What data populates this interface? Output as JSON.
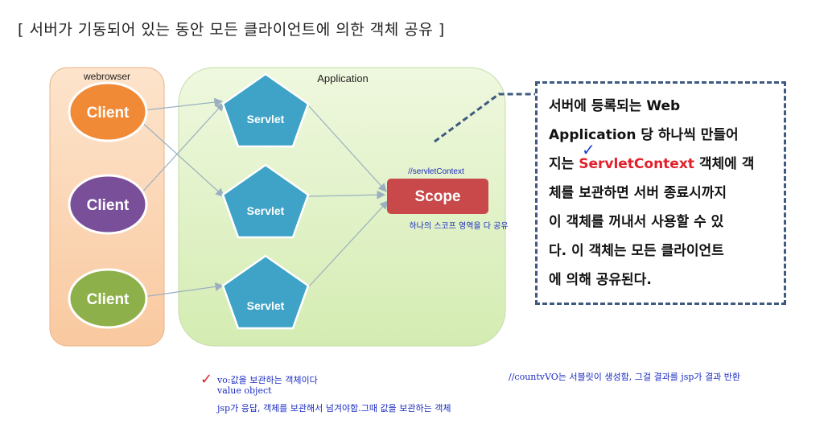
{
  "title": "[ 서버가 기동되어 있는 동안 모든 클라이언트에 의한 객체 공유 ]",
  "diagram": {
    "webrowser_label": "webrowser",
    "application_label": "Application",
    "clients": [
      "Client",
      "Client",
      "Client"
    ],
    "servlets": [
      "Servlet",
      "Servlet",
      "Servlet"
    ],
    "scope_label": "Scope",
    "scope_comment": "//servletContext",
    "scope_note": "하나의 스코프 영역을 다 공유"
  },
  "callout": {
    "line1": "서버에 등록되는 Web",
    "line2": "Application 당 하나씩 만들어",
    "line3_pre": "지는 ",
    "line3_red": "ServletContext",
    "line3_post": " 객체에 객",
    "line4": "체를 보관하면 서버 종료시까지",
    "line5": "이 객체를 꺼내서 사용할 수 있",
    "line6": "다. 이 객체는 모든 클라이언트",
    "line7": "에 의해 공유된다.",
    "check": "✓"
  },
  "notes": {
    "vo_line1": "vo:값을 보관하는 객체이다",
    "vo_line2": "value object",
    "jsp": "jsp가 응답, 객체를 보관해서 넘겨야함.그때 값을 보관하는 객체",
    "countvo": "//countvVO는 서블릿이 생성함, 그걸 결과를 jsp가 결과 반환",
    "check": "✓"
  },
  "colors": {
    "client1": "#f08a36",
    "client2": "#7a4f9a",
    "client3": "#8eb04a",
    "servlet": "#3ea3c7",
    "scope": "#c9484a",
    "webrowser_bg": "#fbd3b0",
    "application_bg": "#e0f3c4",
    "callout_border": "#3e5a80",
    "note_text": "#1a2bc0"
  }
}
